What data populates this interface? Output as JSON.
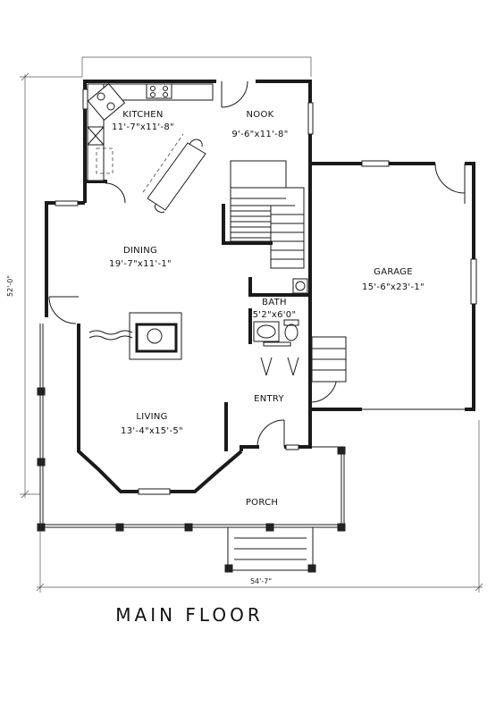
{
  "title": "MAIN FLOOR",
  "dimensions": {
    "overall_depth": "52'-0\"",
    "overall_width": "54'-7\""
  },
  "rooms": {
    "kitchen": {
      "name": "KITCHEN",
      "size": "11'-7\"x11'-8\""
    },
    "nook": {
      "name": "NOOK",
      "size": "9'-6\"x11'-8\""
    },
    "dining": {
      "name": "DINING",
      "size": "19'-7\"x11'-1\""
    },
    "garage": {
      "name": "GARAGE",
      "size": "15'-6\"x23'-1\""
    },
    "bath": {
      "name": "BATH",
      "size": "5'2\"x6'0\""
    },
    "entry": {
      "name": "ENTRY"
    },
    "living": {
      "name": "LIVING",
      "size": "13'-4\"x15'-5\""
    },
    "porch": {
      "name": "PORCH"
    }
  }
}
